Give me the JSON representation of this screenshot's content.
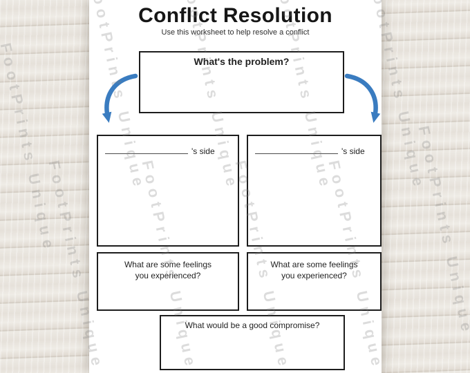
{
  "watermark": {
    "text": "FootPrints Unique"
  },
  "worksheet": {
    "title": "Conflict Resolution",
    "subtitle": "Use this worksheet to help resolve a conflict",
    "problem_box": {
      "label": "What's the problem?"
    },
    "side_box": {
      "suffix": "'s side"
    },
    "feelings_box": {
      "label": "What are some feelings you experienced?"
    },
    "compromise_box": {
      "label": "What would be a good compromise?"
    }
  },
  "colors": {
    "arrow_blue": "#3a7cc0",
    "box_border": "#1c1c1c",
    "paper": "#ffffff"
  }
}
